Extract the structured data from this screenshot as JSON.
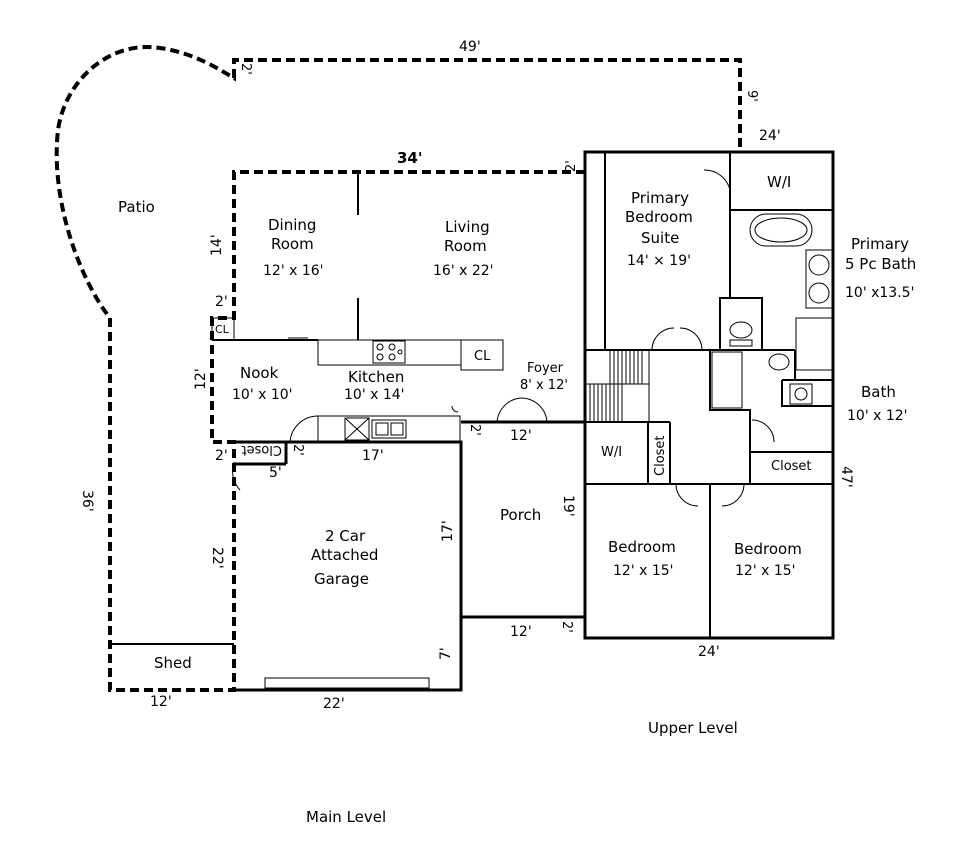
{
  "levels": {
    "main": "Main Level",
    "upper": "Upper Level"
  },
  "rooms": {
    "patio": "Patio",
    "dining_1": "Dining",
    "dining_2": "Room",
    "dining_size": "12' x 16'",
    "living_1": "Living",
    "living_2": "Room",
    "living_size": "16'  x  22'",
    "nook": "Nook",
    "nook_size": "10' x 10'",
    "kitchen": "Kitchen",
    "kitchen_size": "10' x 14'",
    "cl_1": "CL",
    "cl_2": "CL",
    "foyer": "Foyer",
    "foyer_size": "8' x 12'",
    "closet_main": "Closet",
    "garage_1": "2 Car",
    "garage_2": "Attached",
    "garage_3": "Garage",
    "porch": "Porch",
    "shed": "Shed",
    "primary_suite_1": "Primary",
    "primary_suite_2": "Bedroom",
    "primary_suite_3": "Suite",
    "primary_suite_size": "14' × 19'",
    "wi_1": "W/I",
    "wi_2": "W/I",
    "primary_bath_1": "Primary",
    "primary_bath_2": "5 Pc Bath",
    "primary_bath_size": "10'  x13.5'",
    "bath": "Bath",
    "bath_size": "10' x 12'",
    "closet_upper_1": "Closet",
    "closet_upper_2": "Closet",
    "bedroom_1": "Bedroom",
    "bedroom_1_size": "12' x 15'",
    "bedroom_2": "Bedroom",
    "bedroom_2_size": "12' x 15'"
  },
  "dimensions": {
    "d49": "49'",
    "d2_top": "2'",
    "d9": "9'",
    "d24_top": "24'",
    "d34": "34'",
    "d2_a": "2'",
    "d14": "14'",
    "d2_b": "2'",
    "d12_left": "12'",
    "d2_c": "2'",
    "d5": "5'",
    "d2_d": "2'",
    "d17": "17'",
    "d2_e": "2'",
    "d12_foyer": "12'",
    "d36": "36'",
    "d22_left": "22'",
    "d17_v": "17'",
    "d19": "19'",
    "d12_porch": "12'",
    "d2_f": "2'",
    "d7": "7'",
    "d12_shed": "12'",
    "d22_bottom": "22'",
    "d24_bottom": "24'",
    "d47": "47'"
  }
}
